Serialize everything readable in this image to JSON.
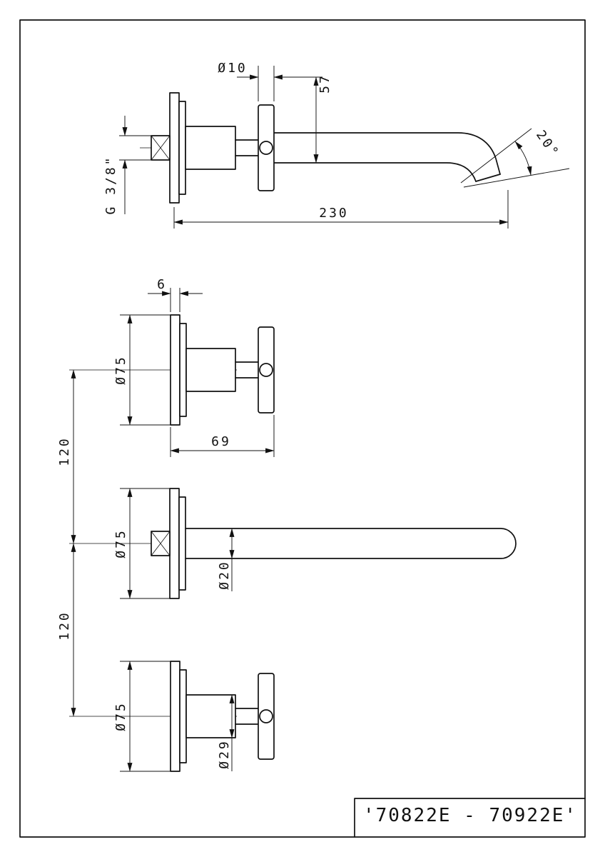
{
  "page": {
    "background": "#ffffff",
    "line_color": "#111111"
  },
  "views": {
    "assembly": {
      "dia_bar": "Ø10",
      "height": "57",
      "length": "230",
      "angle": "20°",
      "thread": "G 3/8\""
    },
    "valve_top": {
      "plate_thickness": "6",
      "plate_diameter": "Ø75",
      "projection": "69"
    },
    "spout_front": {
      "plate_diameter": "Ø75",
      "tube_diameter": "Ø20"
    },
    "valve_bottom": {
      "plate_diameter": "Ø75",
      "body_diameter": "Ø29"
    },
    "spacing": {
      "upper": "120",
      "lower": "120"
    }
  },
  "title_block": {
    "part_code": "'70822E - 70922E'"
  }
}
